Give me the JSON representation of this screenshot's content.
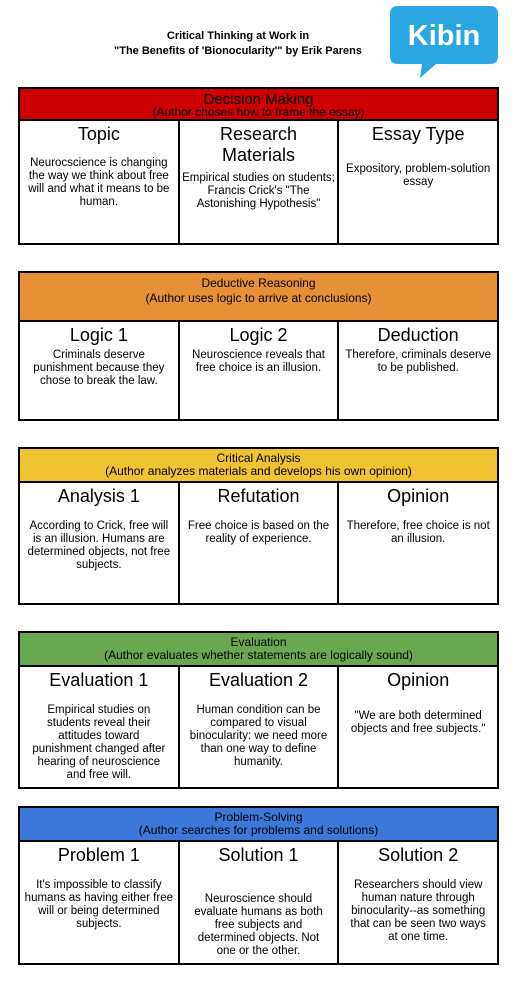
{
  "page": {
    "title_line1": "Critical Thinking at Work in",
    "title_line2": "\"The Benefits of 'Bionocularity'\" by Erik Parens",
    "logo_text": "Kibin",
    "logo_color": "#2aa6e0"
  },
  "sections": [
    {
      "title": "Decision Making",
      "subtitle": "(Author choses how to frame the essay)",
      "color": "#cc0000",
      "columns": [
        {
          "title": "Topic",
          "text": "Neurocscience is changing the way we think about free will and what it means to be human."
        },
        {
          "title": "Research Materials",
          "text": "Empirical studies on students; Francis Crick's \"The Astonishing Hypothesis\""
        },
        {
          "title": "Essay Type",
          "text": "Expository, problem-solution essay"
        }
      ]
    },
    {
      "title": "Deductive Reasoning",
      "subtitle": "(Author uses logic to arrive at conclusions)",
      "color": "#e69138",
      "columns": [
        {
          "title": "Logic 1",
          "text": "Criminals deserve punishment because they chose to break the law."
        },
        {
          "title": "Logic 2",
          "text": "Neuroscience reveals that free choice is an illusion."
        },
        {
          "title": "Deduction",
          "text": "Therefore, criminals deserve to be published."
        }
      ]
    },
    {
      "title": "Critical Analysis",
      "subtitle": "(Author analyzes materials and develops his own opinion)",
      "color": "#f1c232",
      "columns": [
        {
          "title": "Analysis 1",
          "text": "According to Crick, free will is an illusion. Humans are determined objects, not free subjects."
        },
        {
          "title": "Refutation",
          "text": "Free choice is based on the reality of experience."
        },
        {
          "title": "Opinion",
          "text": "Therefore, free choice is not an illusion."
        }
      ]
    },
    {
      "title": "Evaluation",
      "subtitle": "(Author evaluates whether statements are logically sound)",
      "color": "#6aa84f",
      "columns": [
        {
          "title": "Evaluation 1",
          "text": "Empirical studies on students reveal their attitudes toward punishment changed after hearing of neuroscience and free will."
        },
        {
          "title": "Evaluation 2",
          "text": "Human condition can be compared to visual binocularity: we need more than one way to define humanity."
        },
        {
          "title": "Opinion",
          "text": "\"We are both determined objects and free subjects.\""
        }
      ]
    },
    {
      "title": "Problem-Solving",
      "subtitle": "(Author searches for problems and solutions)",
      "color": "#3c78d8",
      "columns": [
        {
          "title": "Problem 1",
          "text": "It's impossible to classify humans as having either free will or being determined subjects."
        },
        {
          "title": "Solution 1",
          "text": "Neuroscience should evaluate humans as both free subjects and determined objects. Not one or the other."
        },
        {
          "title": "Solution 2",
          "text": "Researchers should view human nature through binocularity--as something that can be seen two ways at one time."
        }
      ]
    }
  ]
}
